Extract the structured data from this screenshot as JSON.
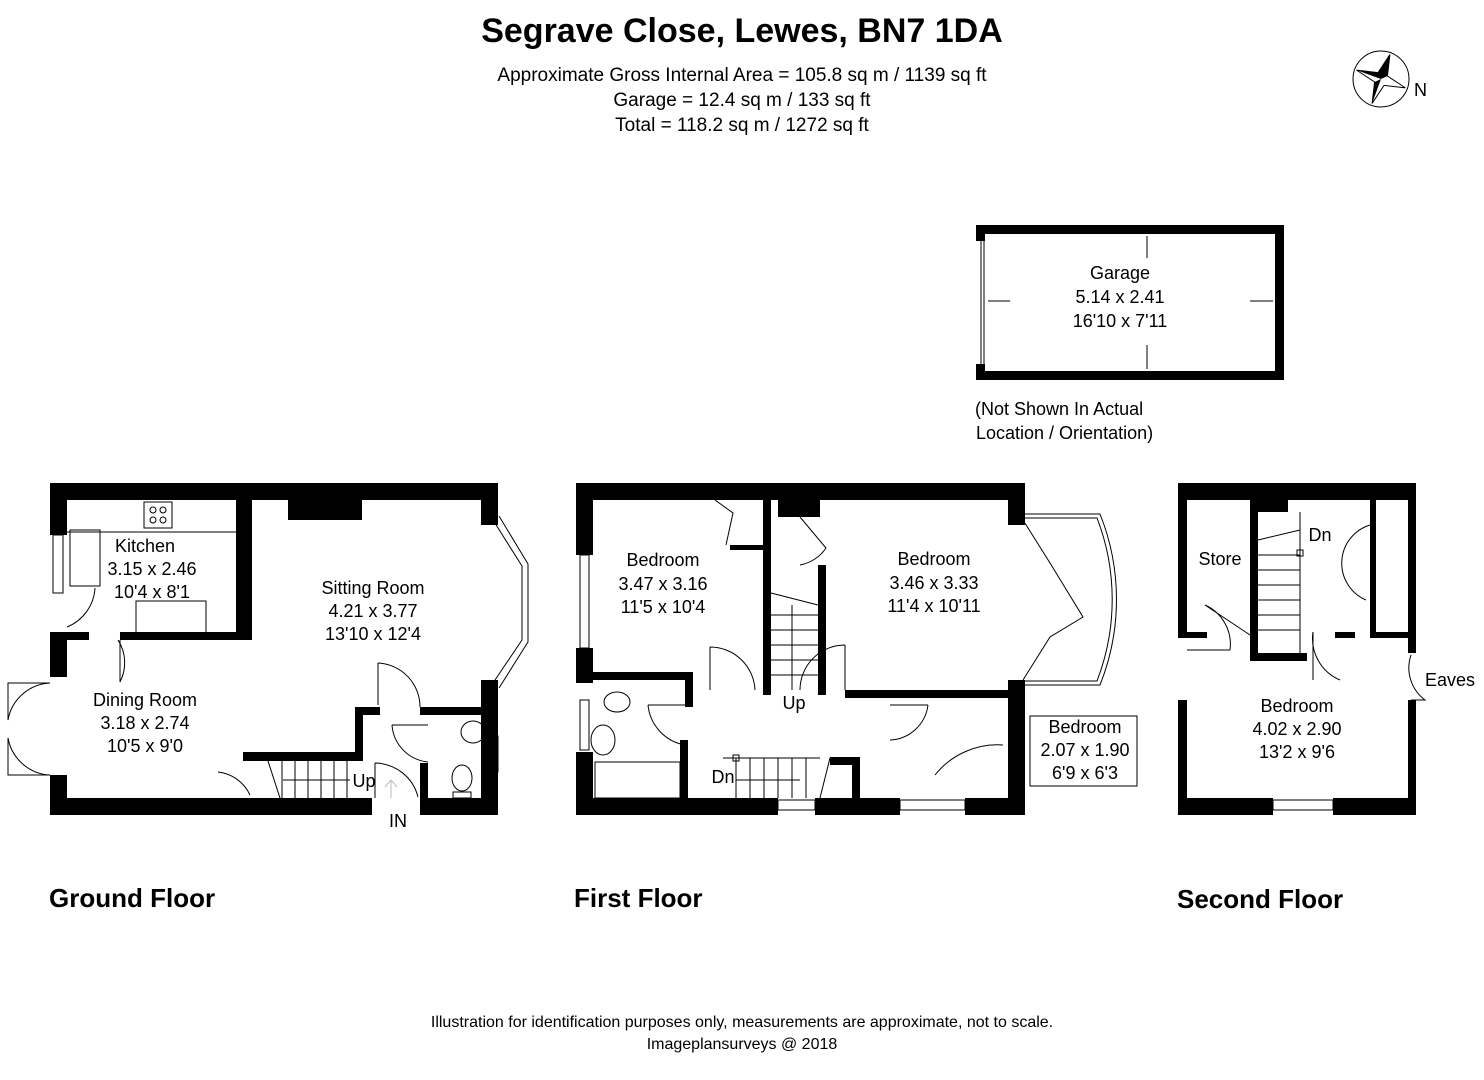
{
  "header": {
    "title": "Segrave Close, Lewes, BN7 1DA",
    "areas": [
      "Approximate Gross Internal Area = 105.8 sq m / 1139 sq ft",
      "Garage = 12.4 sq m / 133 sq ft",
      "Total = 118.2 sq m / 1272 sq ft"
    ],
    "compass_label": "N"
  },
  "garage": {
    "name": "Garage",
    "metric": "5.14 x 2.41",
    "imperial": "16'10 x 7'11",
    "note": [
      "(Not Shown In Actual",
      "Location / Orientation)"
    ]
  },
  "ground_floor": {
    "label": "Ground Floor",
    "rooms": [
      {
        "name": "Kitchen",
        "metric": "3.15 x 2.46",
        "imperial": "10'4 x 8'1"
      },
      {
        "name": "Sitting Room",
        "metric": "4.21 x 3.77",
        "imperial": "13'10 x 12'4"
      },
      {
        "name": "Dining Room",
        "metric": "3.18 x 2.74",
        "imperial": "10'5 x 9'0"
      }
    ],
    "stairs_label": "Up",
    "entrance_label": "IN"
  },
  "first_floor": {
    "label": "First Floor",
    "rooms": [
      {
        "name": "Bedroom",
        "metric": "3.47 x 3.16",
        "imperial": "11'5 x 10'4"
      },
      {
        "name": "Bedroom",
        "metric": "3.46 x 3.33",
        "imperial": "11'4 x 10'11"
      },
      {
        "name": "Bedroom",
        "metric": "2.07 x 1.90",
        "imperial": "6'9 x 6'3"
      }
    ],
    "stairs_up": "Up",
    "stairs_down": "Dn"
  },
  "second_floor": {
    "label": "Second Floor",
    "rooms": [
      {
        "name": "Bedroom",
        "metric": "4.02 x 2.90",
        "imperial": "13'2 x 9'6"
      }
    ],
    "store_label": "Store",
    "eaves_label": "Eaves",
    "stairs_down": "Dn"
  },
  "footer": {
    "disclaimer": "Illustration for identification purposes only, measurements are approximate, not to scale.",
    "credit": "Imageplansurveys @ 2018"
  }
}
